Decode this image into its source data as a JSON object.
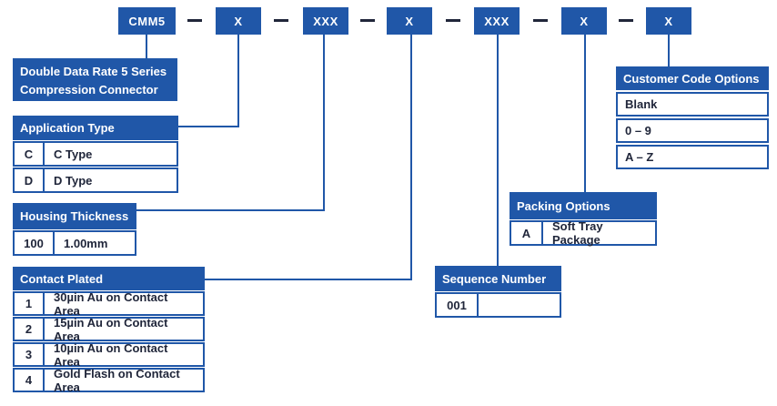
{
  "colors": {
    "brand_blue": "#2057a8",
    "text_dark": "#20263a",
    "box_text": "#ffffff"
  },
  "part_number": {
    "separator": "—",
    "segments": [
      "CMM5",
      "X",
      "XXX",
      "X",
      "XXX",
      "X",
      "X"
    ]
  },
  "series_box": {
    "line1": "Double Data Rate 5 Series",
    "line2": "Compression Connector"
  },
  "tables": {
    "application_type": {
      "title": "Application Type",
      "rows": [
        {
          "code": "C",
          "desc": "C Type"
        },
        {
          "code": "D",
          "desc": "D Type"
        }
      ]
    },
    "housing_thickness": {
      "title": "Housing Thickness",
      "rows": [
        {
          "code": "100",
          "desc": "1.00mm"
        }
      ]
    },
    "contact_plated": {
      "title": "Contact Plated",
      "rows": [
        {
          "code": "1",
          "desc": "30µin Au on Contact Area"
        },
        {
          "code": "2",
          "desc": "15µin Au on Contact Area"
        },
        {
          "code": "3",
          "desc": "10µin Au on Contact Area"
        },
        {
          "code": "4",
          "desc": "Gold Flash on Contact Area"
        }
      ]
    },
    "sequence_number": {
      "title": "Sequence Number",
      "rows": [
        {
          "code": "001",
          "desc": ""
        }
      ]
    },
    "packing_options": {
      "title": "Packing Options",
      "rows": [
        {
          "code": "A",
          "desc": "Soft Tray Package"
        }
      ]
    },
    "customer_code_options": {
      "title": "Customer Code Options",
      "rows": [
        {
          "value": "Blank"
        },
        {
          "value": "0 – 9"
        },
        {
          "value": "A – Z"
        }
      ]
    }
  }
}
